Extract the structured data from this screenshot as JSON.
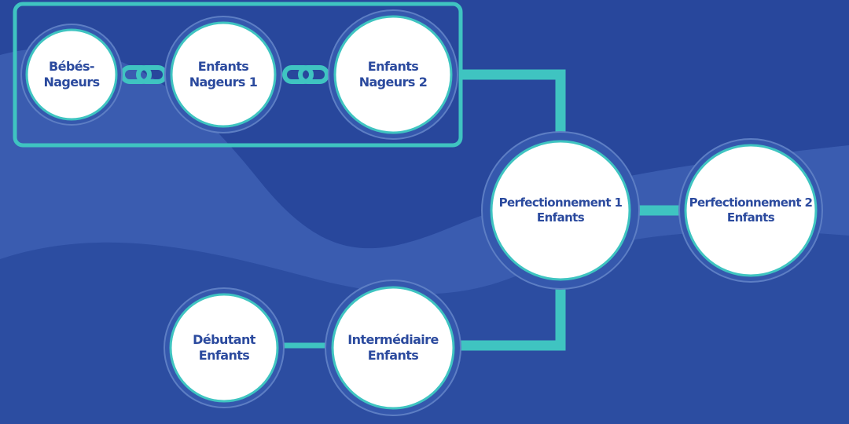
{
  "colors": {
    "background": "#28479c",
    "wave": "#3a5cb0",
    "connector": "#3fc4c1",
    "node_fill": "#ffffff",
    "node_text": "#2b4a9e"
  },
  "nodes": {
    "bebes_nageurs": {
      "line1": "Bébés-",
      "line2": "Nageurs"
    },
    "enfants_nageurs_1": {
      "line1": "Enfants",
      "line2": "Nageurs 1"
    },
    "enfants_nageurs_2": {
      "line1": "Enfants",
      "line2": "Nageurs 2"
    },
    "perfectionnement_1": {
      "line1": "Perfectionnement 1",
      "line2": "Enfants"
    },
    "perfectionnement_2": {
      "line1": "Perfectionnement 2",
      "line2": "Enfants"
    },
    "debutant": {
      "line1": "Débutant",
      "line2": "Enfants"
    },
    "intermediaire": {
      "line1": "Intermédiaire",
      "line2": "Enfants"
    }
  },
  "icons": {
    "chain_left": "chain-link-icon",
    "chain_right": "chain-link-icon"
  }
}
